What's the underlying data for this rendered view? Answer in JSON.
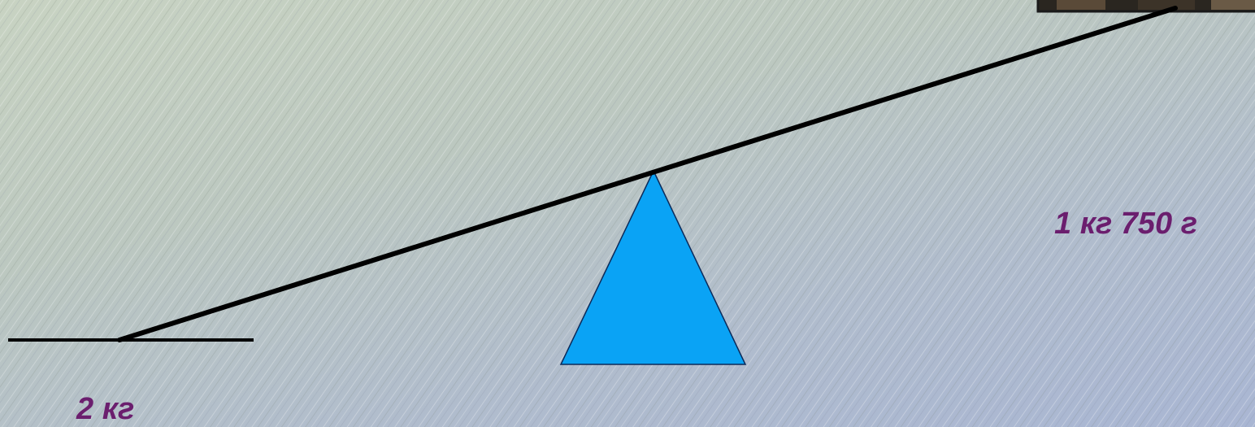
{
  "diagram": {
    "left_weight": "2 кг",
    "right_weight": "1 кг 750 г"
  },
  "colors": {
    "label": "#6b1e6e",
    "fulcrum_fill": "#0aa3f5",
    "fulcrum_stroke": "#0b2a5a",
    "beam": "#000000",
    "photo_frame": "#1a1a1a"
  },
  "icons": {
    "fulcrum": "triangle-fulcrum-icon",
    "photo": "weight-photo"
  }
}
